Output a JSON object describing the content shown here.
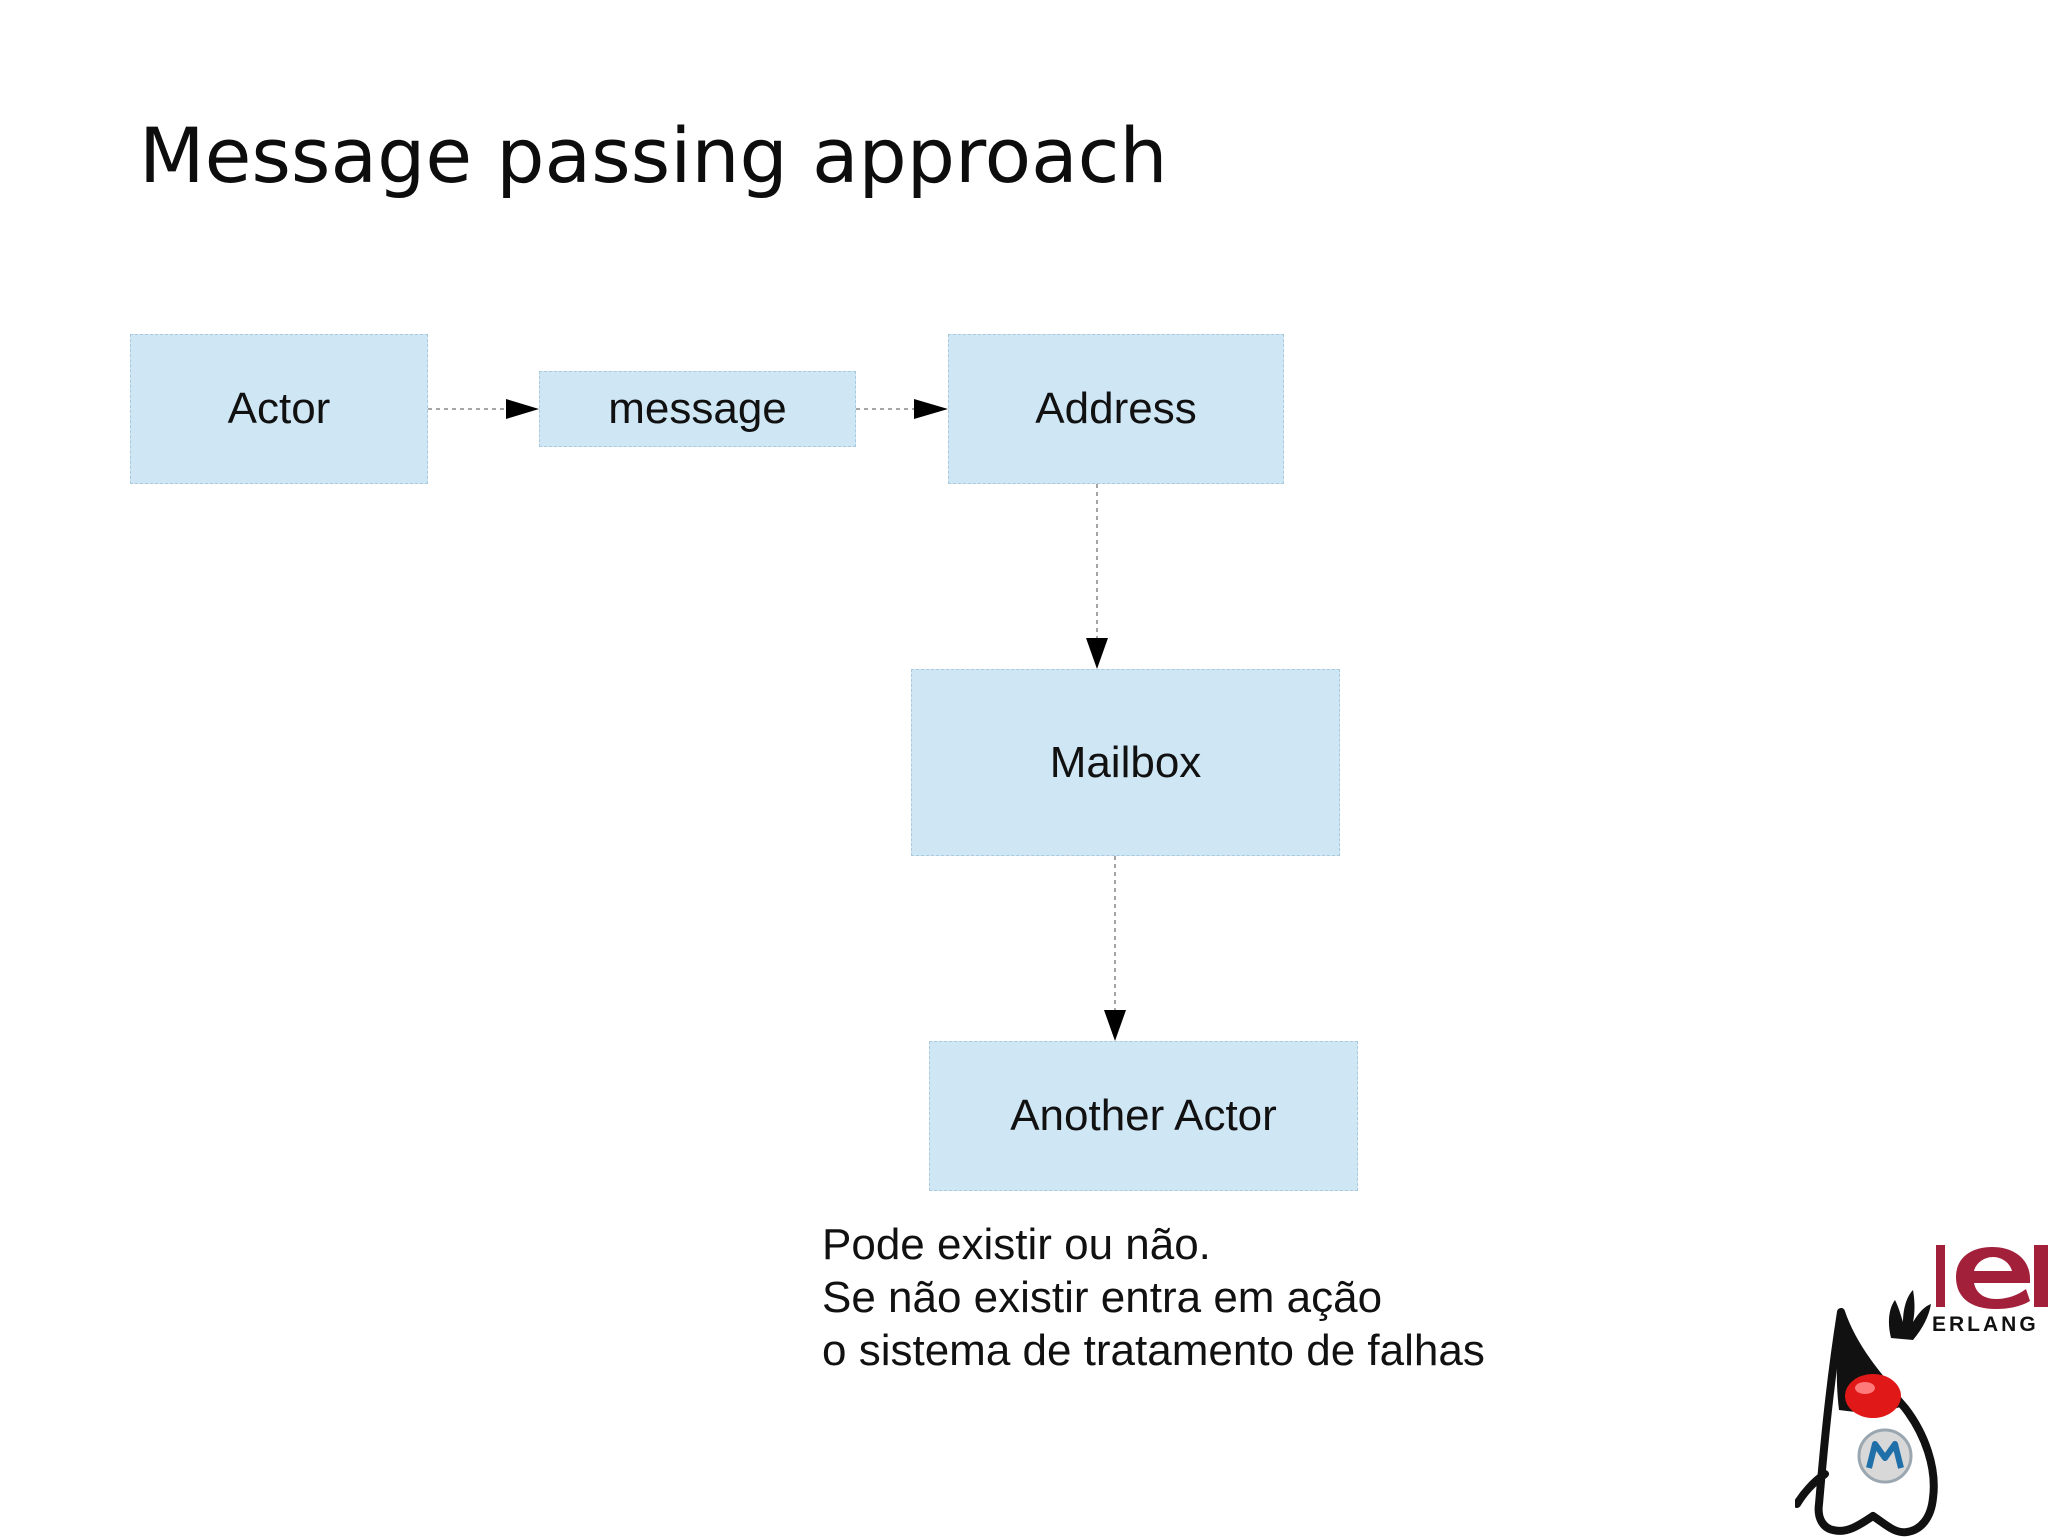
{
  "slide": {
    "title": "Message passing approach"
  },
  "diagram": {
    "nodes": {
      "actor": "Actor",
      "message": "message",
      "address": "Address",
      "mailbox": "Mailbox",
      "another_actor": "Another Actor"
    },
    "edges": [
      {
        "from": "actor",
        "to": "message"
      },
      {
        "from": "message",
        "to": "address"
      },
      {
        "from": "address",
        "to": "mailbox"
      },
      {
        "from": "mailbox",
        "to": "another_actor"
      }
    ]
  },
  "note": {
    "lines": [
      "Pode existir ou não.",
      "Se não existir entra em ação",
      "o sistema de tratamento de falhas"
    ]
  },
  "logos": {
    "erlang_wordmark": "ERLANG"
  },
  "colors": {
    "box_fill": "#cfe6f5",
    "box_border": "#a9c9de",
    "connector": "#9a9a9a",
    "arrowhead": "#000000",
    "erlang_red": "#a2203a"
  }
}
